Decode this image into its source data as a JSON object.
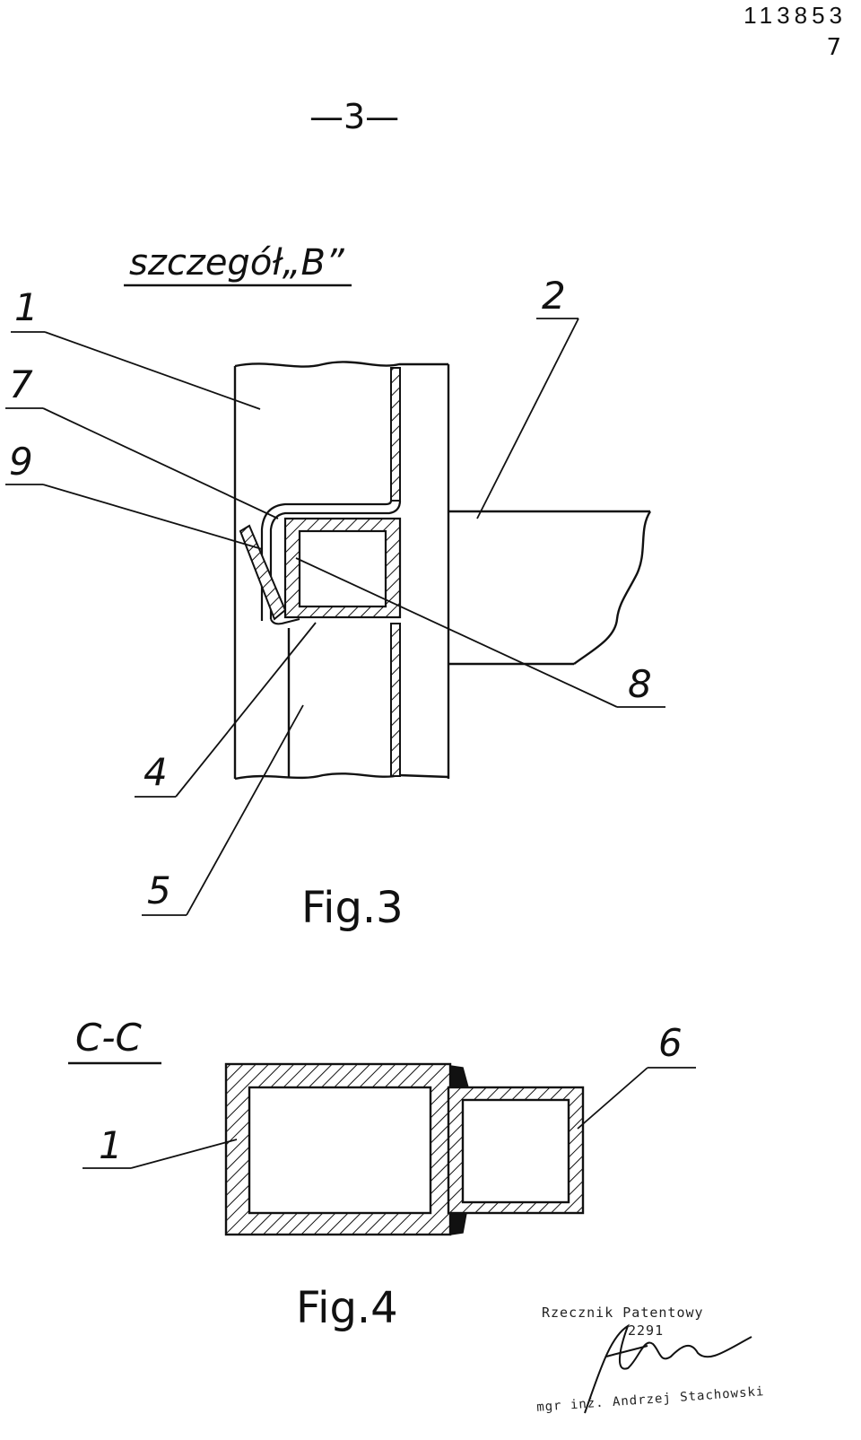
{
  "header": {
    "patent_number": "113853",
    "sheet_number": "7",
    "page_label": "—3—"
  },
  "figure3": {
    "title": "szczegół„B”",
    "figure_label": "Fig.3",
    "reference_numerals": [
      "1",
      "7",
      "9",
      "2",
      "8",
      "4",
      "5"
    ]
  },
  "figure4": {
    "section_label": "C-C",
    "figure_label": "Fig.4",
    "reference_numerals": [
      "6",
      "1"
    ]
  },
  "stamp": {
    "line1": "Rzecznik Patentowy",
    "line2": "2291",
    "line3": "mgr inż. Andrzej Stachowski"
  }
}
